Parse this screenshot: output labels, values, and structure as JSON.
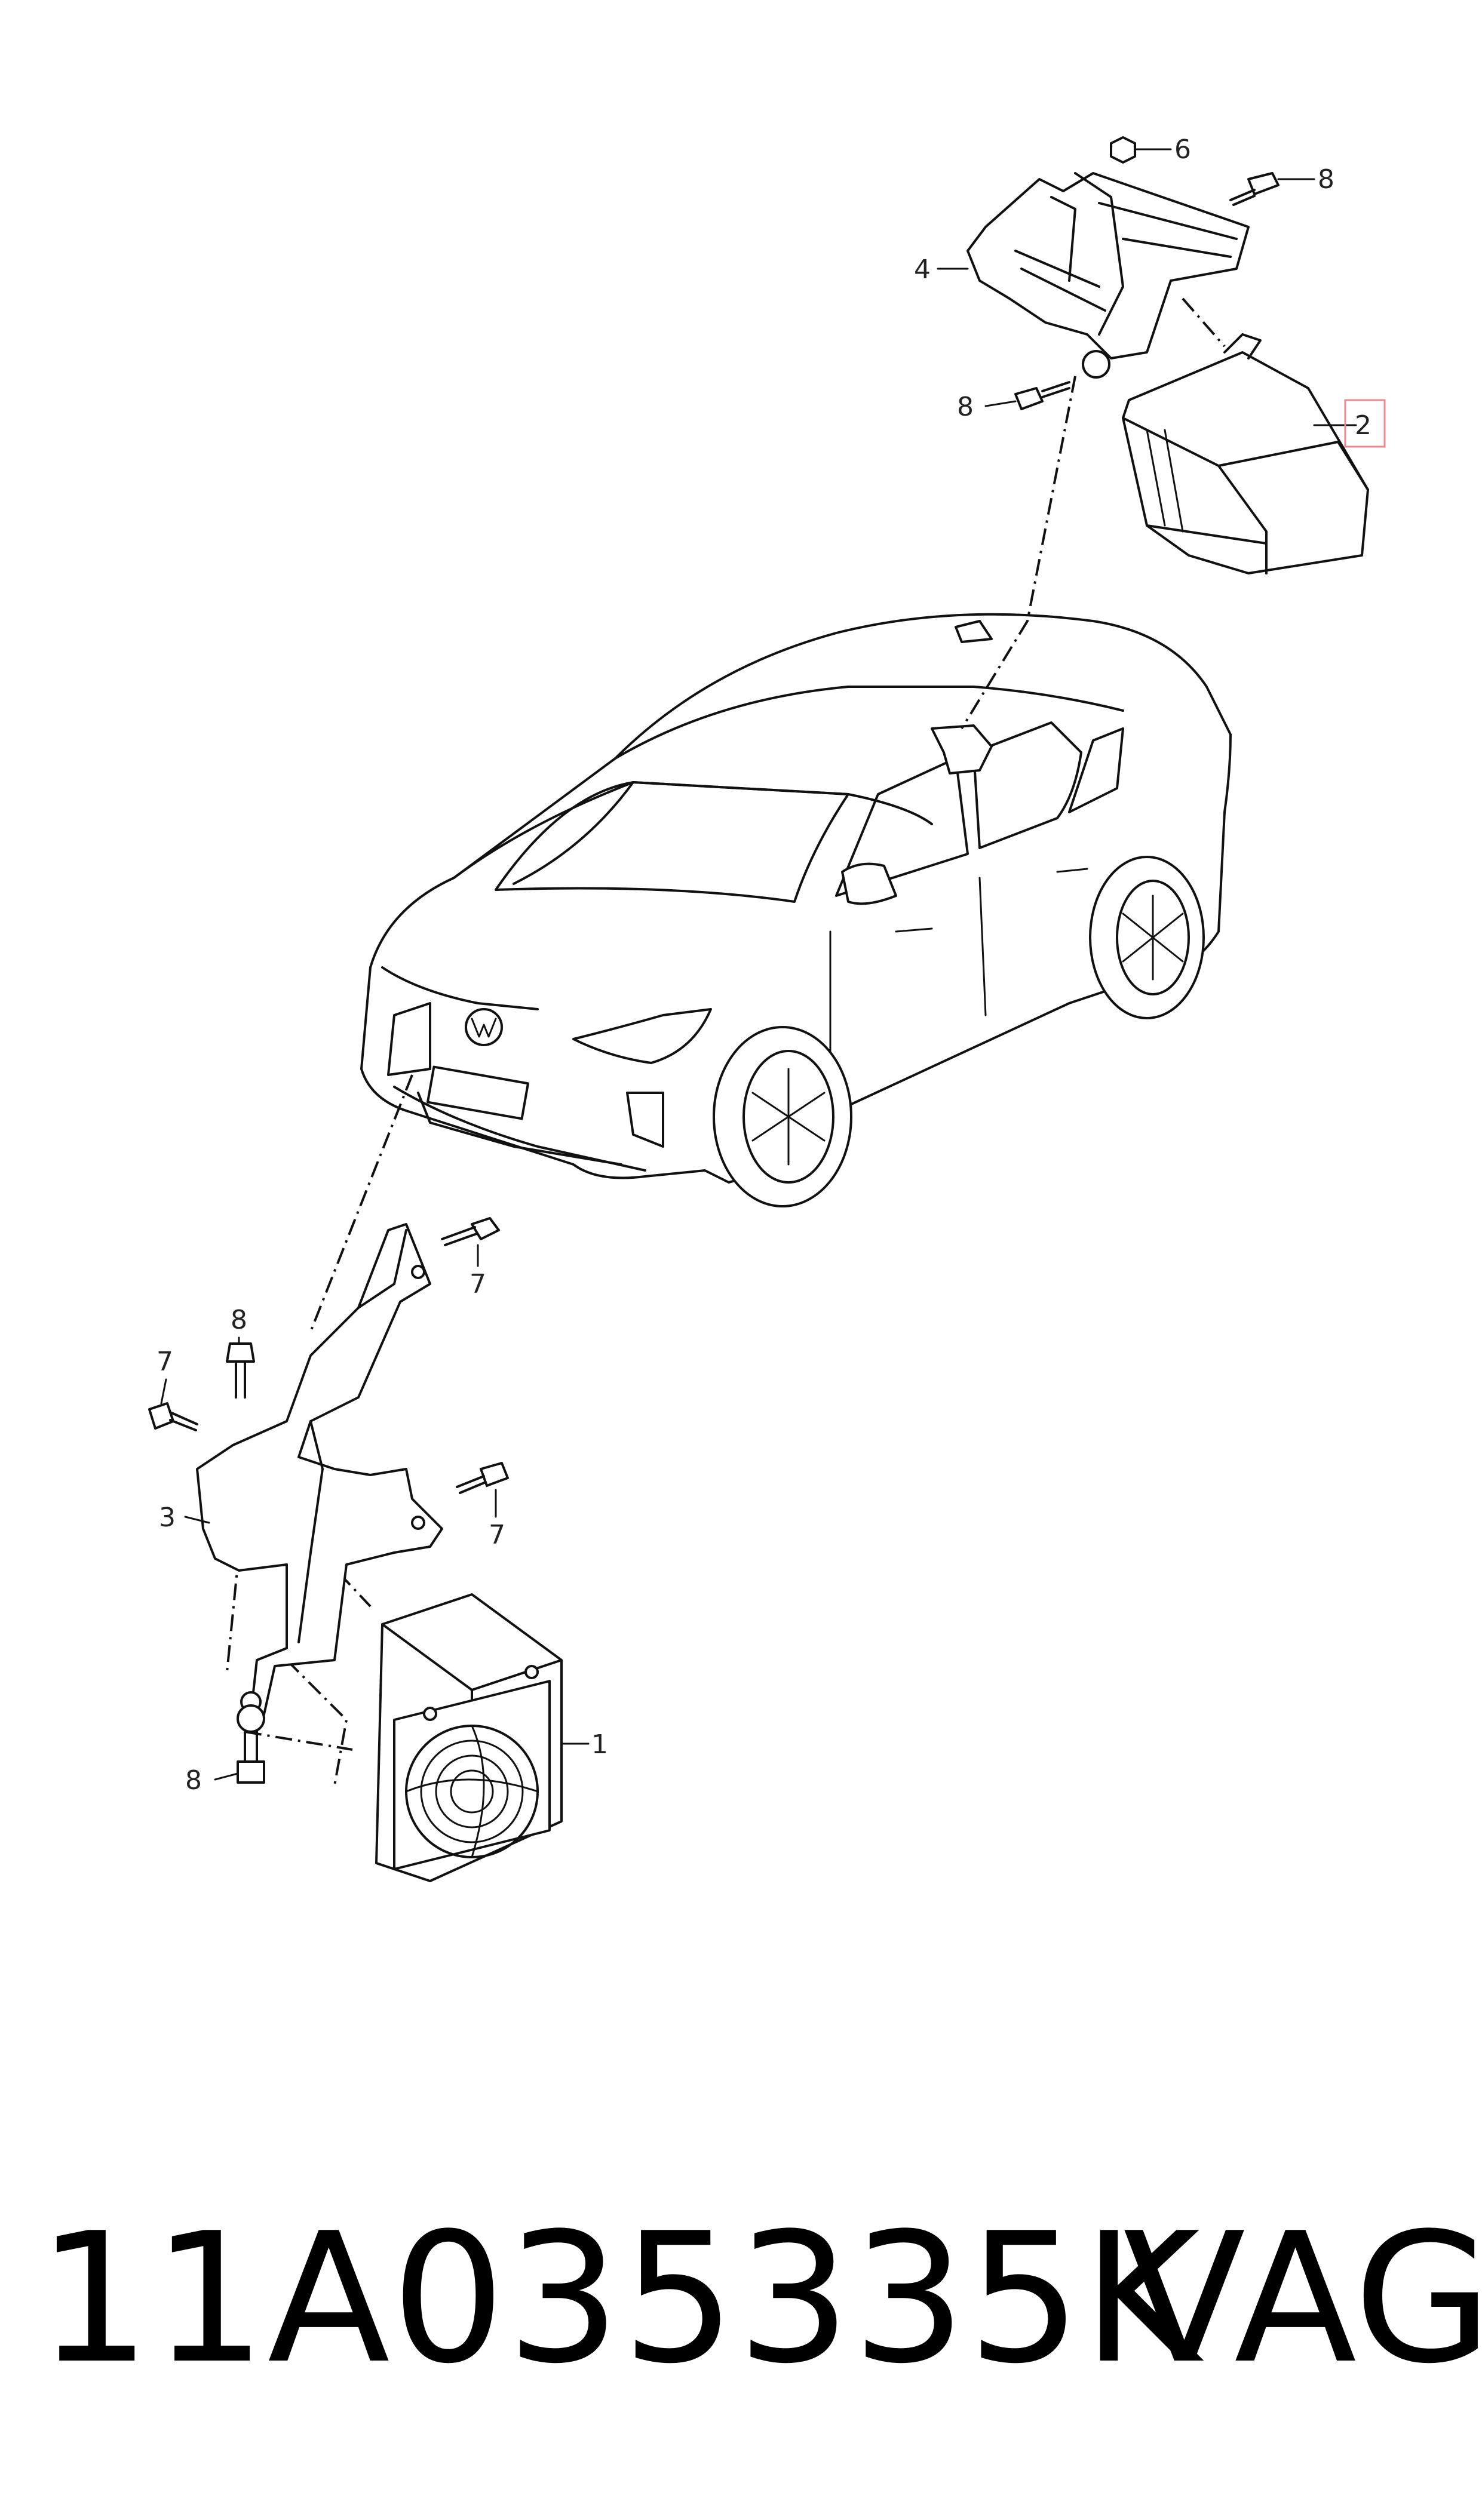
{
  "callouts": {
    "c1": "1",
    "c2": "2",
    "c3": "3",
    "c4": "4",
    "c6": "6",
    "c7a": "7",
    "c7b": "7",
    "c7c": "7",
    "c8a": "8",
    "c8b": "8",
    "c8c": "8",
    "c8d": "8"
  },
  "highlighted_callout": "2",
  "highlight_color": "#e88a93",
  "footer": {
    "part_number": "11A035335K",
    "brand": "VAG"
  }
}
